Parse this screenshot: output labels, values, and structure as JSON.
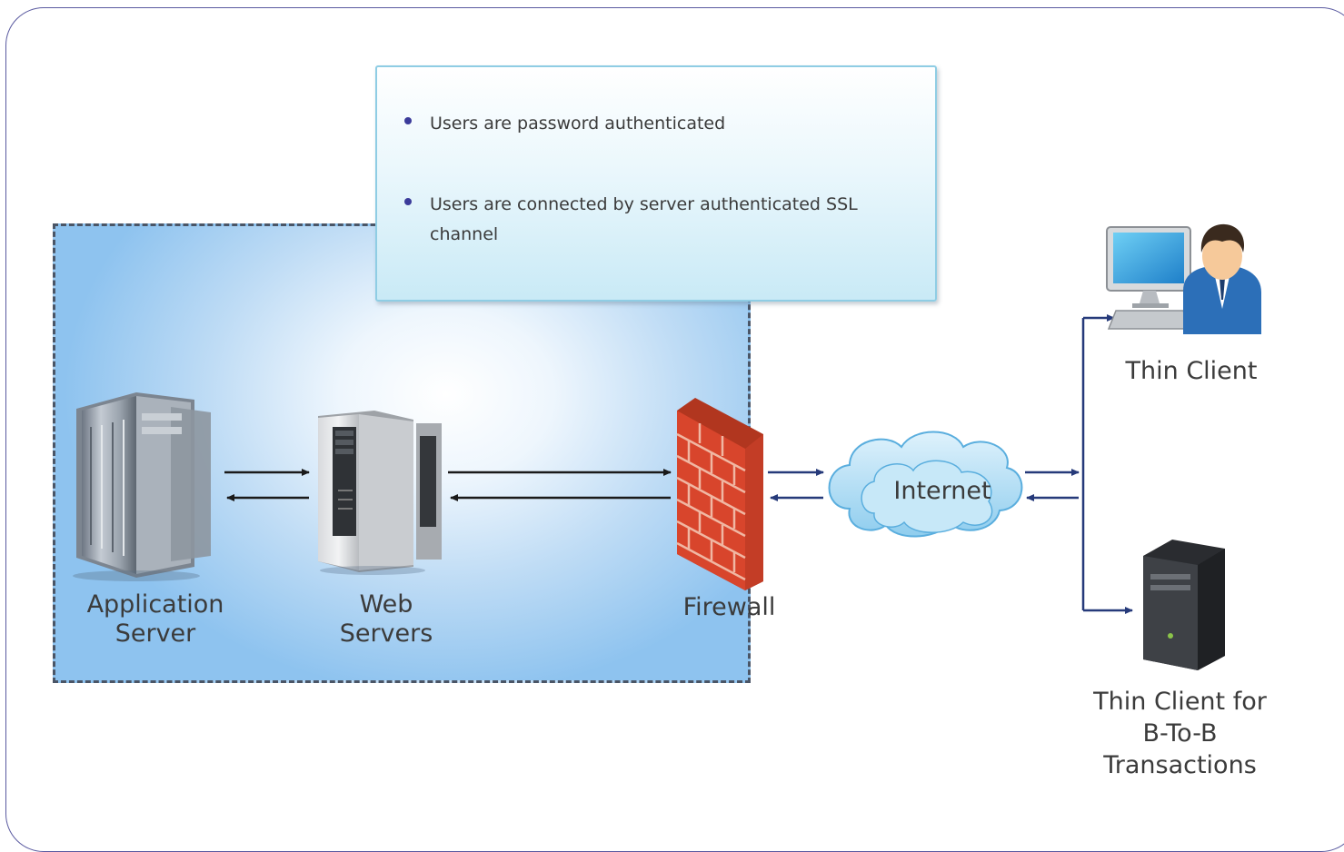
{
  "callout": {
    "bullets": [
      "Users are password authenticated",
      "Users are connected by server authenticated SSL channel"
    ]
  },
  "labels": {
    "application_server": "Application Server",
    "web_servers": "Web Servers",
    "firewall": "Firewall",
    "internet": "Internet",
    "thin_client": "Thin Client",
    "thin_client_b2b": "Thin Client for B-To-B Transactions"
  },
  "colors": {
    "frame": "#5a5aa0",
    "zone_edge": "#8ec3ef",
    "arrow_dark": "#1a1a1a",
    "arrow_blue": "#263a7a",
    "cloud": "#a9d8f2",
    "firewall_brick": "#d8452c"
  },
  "icons": [
    "application-server-icon",
    "web-server-icon",
    "firewall-icon",
    "internet-cloud-icon",
    "desktop-user-icon",
    "tower-pc-icon"
  ]
}
